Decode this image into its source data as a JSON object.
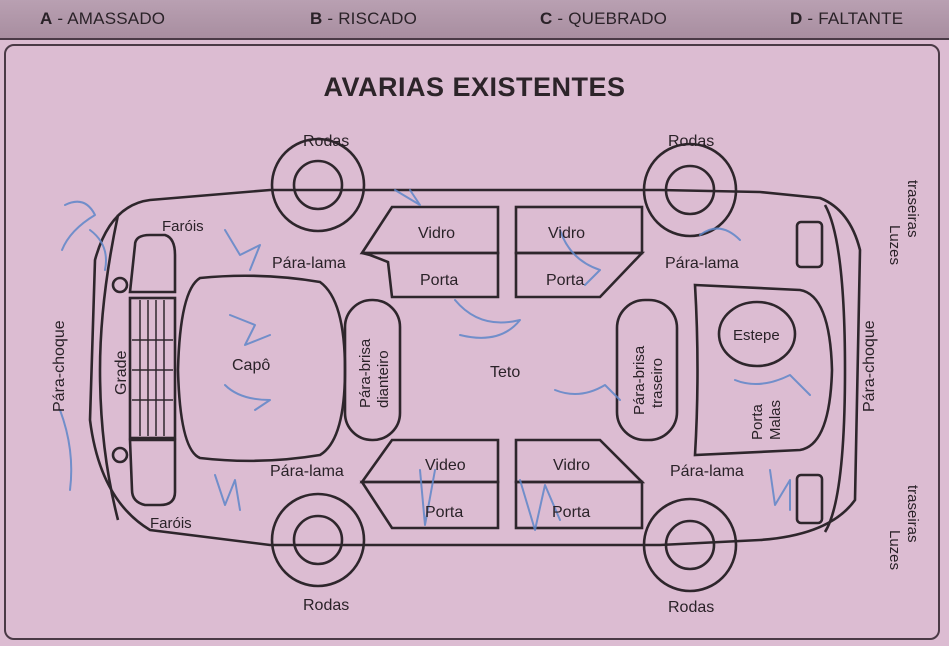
{
  "legend": [
    {
      "code": "A",
      "label": "- AMASSADO"
    },
    {
      "code": "B",
      "label": "- RISCADO"
    },
    {
      "code": "C",
      "label": "- QUEBRADO"
    },
    {
      "code": "D",
      "label": "- FALTANTE"
    }
  ],
  "title": "AVARIAS EXISTENTES",
  "parts": {
    "rodas": "Rodas",
    "farois": "Faróis",
    "para_lama": "Pára-lama",
    "vidro": "Vidro",
    "vidro_alt": "Video",
    "porta": "Porta",
    "grade": "Grade",
    "capo": "Capô",
    "para_brisa_diant_1": "Pára-brisa",
    "para_brisa_diant_2": "dianteiro",
    "teto": "Teto",
    "para_brisa_tras_1": "Pára-brisa",
    "para_brisa_tras_2": "traseiro",
    "estepe": "Estepe",
    "porta_malas_1": "Porta",
    "porta_malas_2": "Malas",
    "para_choque": "Pára-choque",
    "luzes_1": "Luzes",
    "luzes_2": "traseiras"
  },
  "colors": {
    "background": "#dcbcd2",
    "legend_bar": "#a88ea0",
    "ink": "#2e262c",
    "pen_marks": "#5e86c9"
  }
}
